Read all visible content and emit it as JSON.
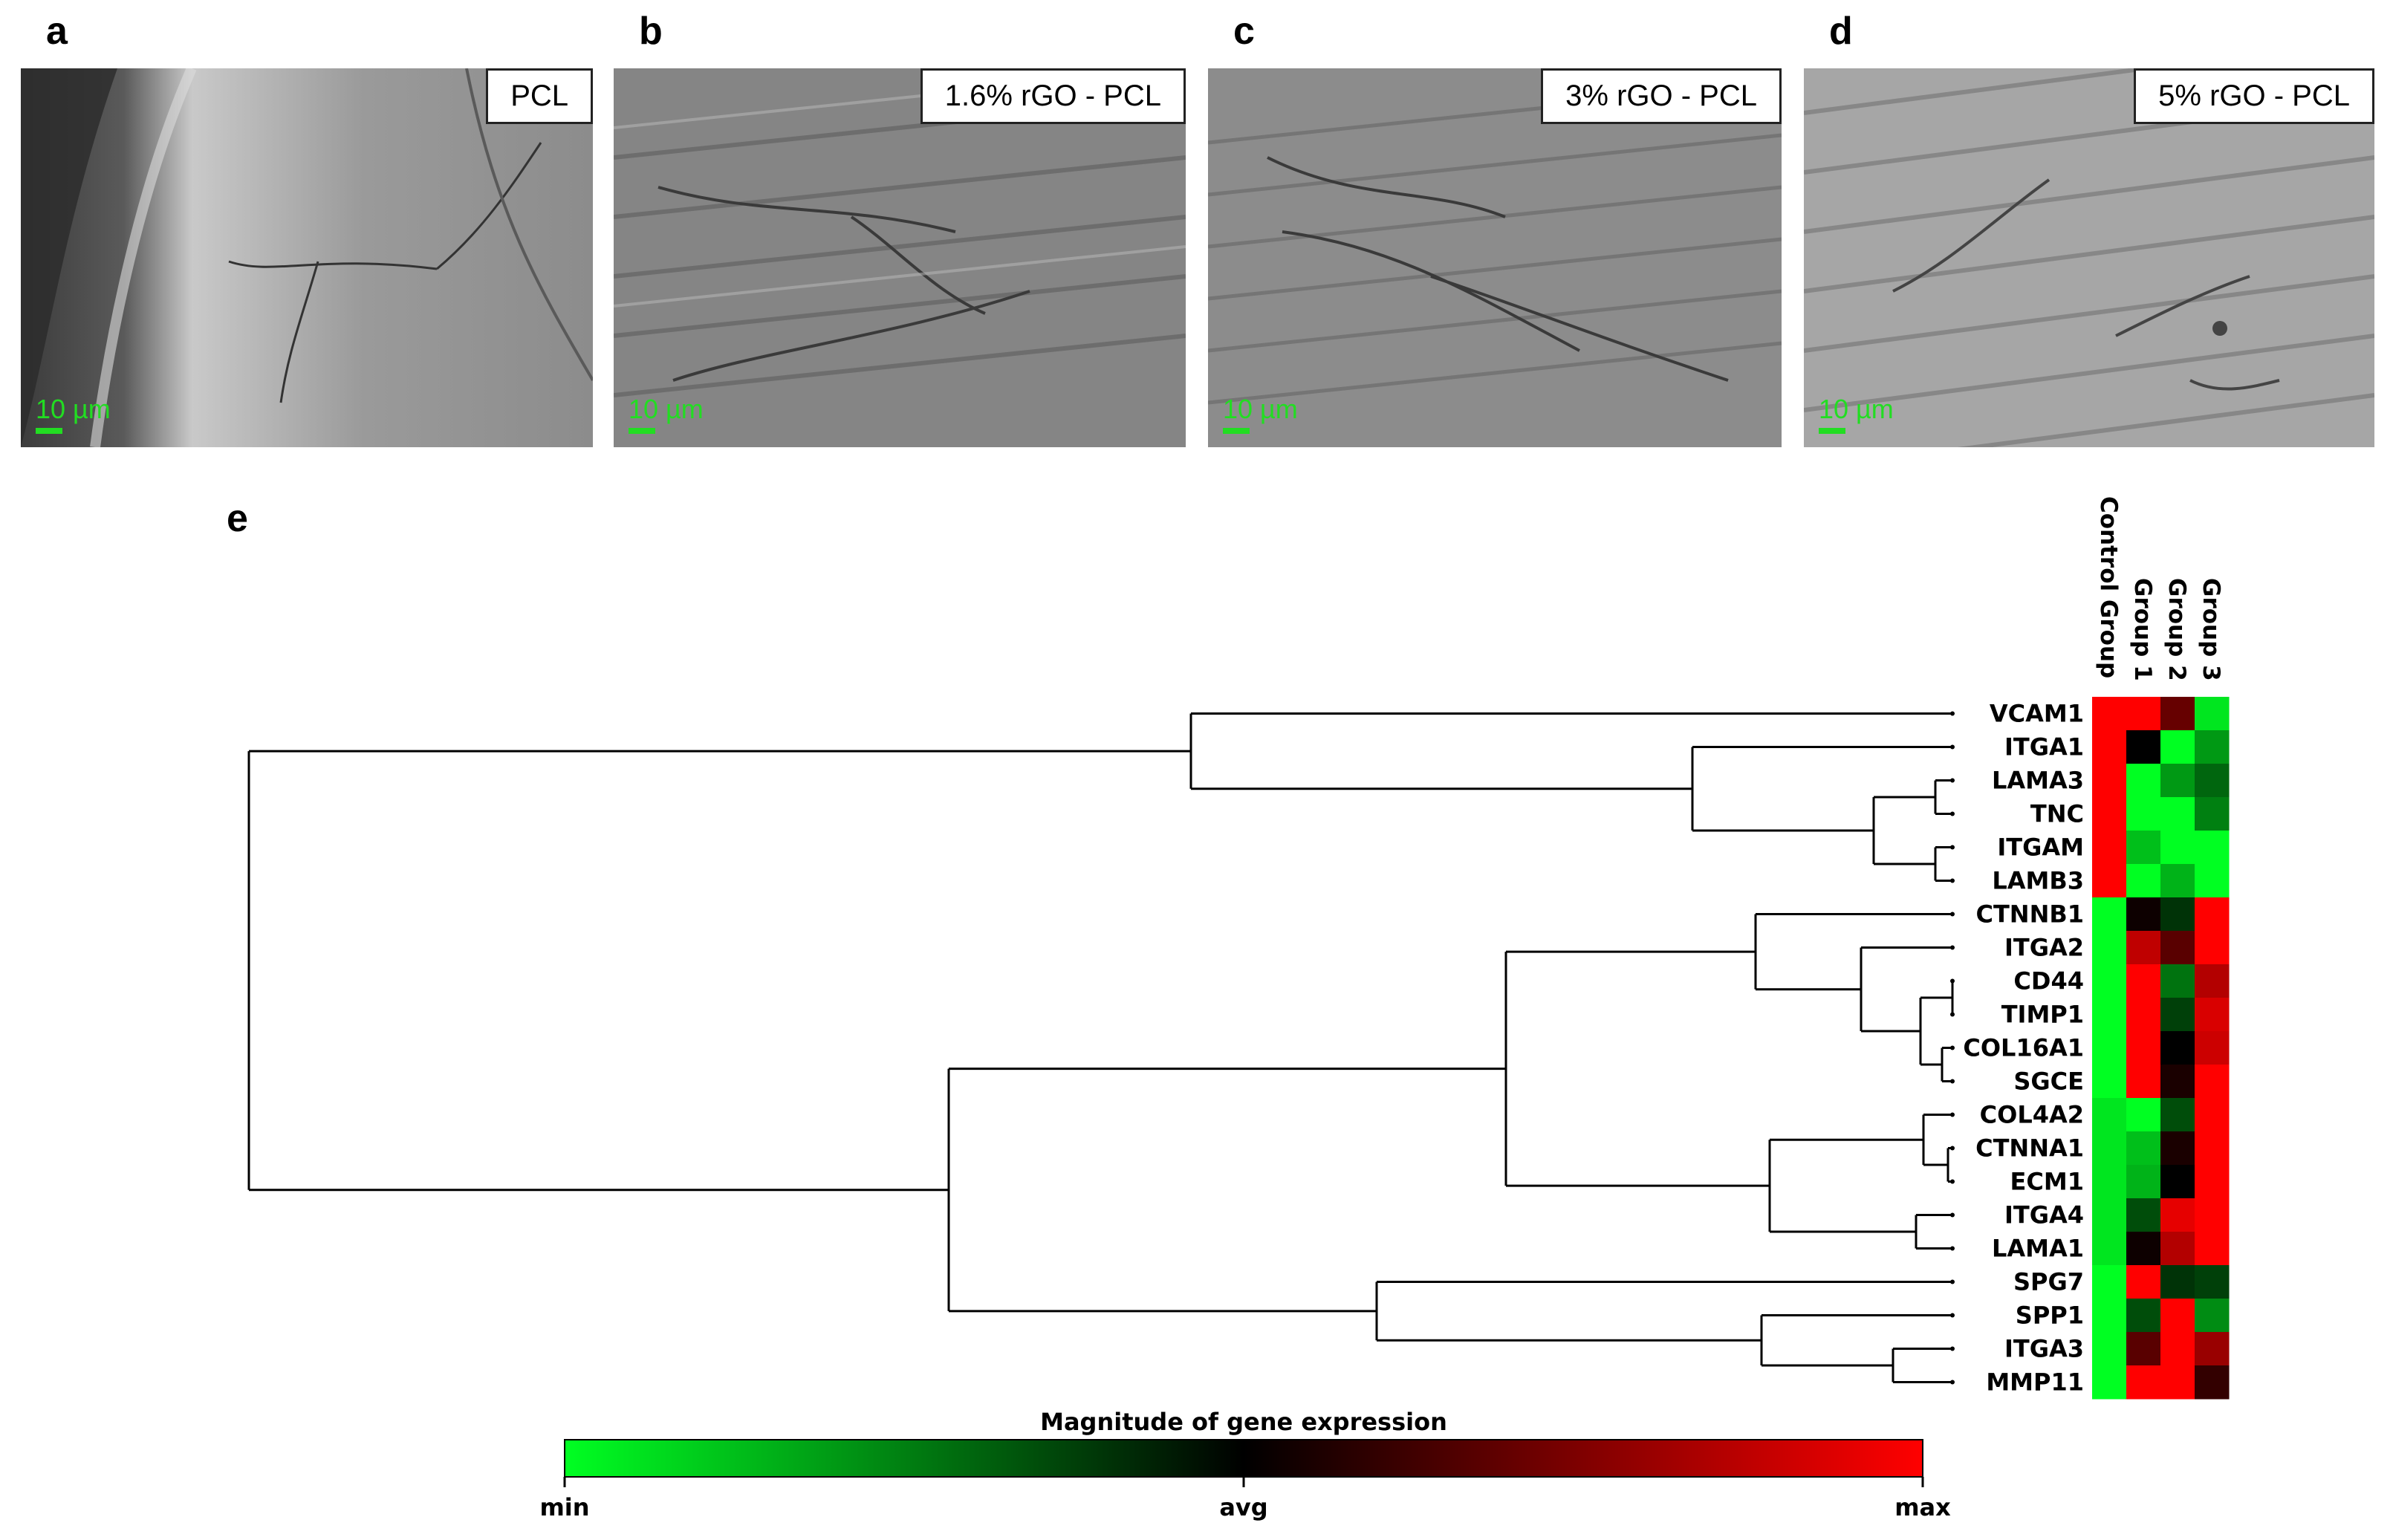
{
  "panels": [
    {
      "letter": "a",
      "label": "PCL",
      "scale": "10 µm"
    },
    {
      "letter": "b",
      "label": "1.6% rGO - PCL",
      "scale": "10 µm"
    },
    {
      "letter": "c",
      "label": "3% rGO - PCL",
      "scale": "10 µm"
    },
    {
      "letter": "d",
      "label": "5% rGO - PCL",
      "scale": "10 µm"
    }
  ],
  "heatmap_panel_letter": "e",
  "chart_data": {
    "type": "heatmap",
    "columns": [
      "Control Group",
      "Group 1",
      "Group 2",
      "Group 3"
    ],
    "rows": [
      "VCAM1",
      "ITGA1",
      "LAMA3",
      "TNC",
      "ITGAM",
      "LAMB3",
      "CTNNB1",
      "ITGA2",
      "CD44",
      "TIMP1",
      "COL16A1",
      "SGCE",
      "COL4A2",
      "CTNNA1",
      "ECM1",
      "ITGA4",
      "LAMA1",
      "SPG7",
      "SPP1",
      "ITGA3",
      "MMP11"
    ],
    "values": [
      [
        1.0,
        1.0,
        0.4,
        -0.9
      ],
      [
        1.0,
        0.0,
        -1.0,
        -0.6
      ],
      [
        1.0,
        -1.0,
        -0.6,
        -0.4
      ],
      [
        1.0,
        -1.0,
        -1.0,
        -0.5
      ],
      [
        1.0,
        -0.75,
        -1.0,
        -1.0
      ],
      [
        1.0,
        -1.0,
        -0.7,
        -1.0
      ],
      [
        -1.0,
        0.05,
        -0.2,
        1.0
      ],
      [
        -1.0,
        0.75,
        0.35,
        1.0
      ],
      [
        -1.0,
        1.0,
        -0.45,
        0.7
      ],
      [
        -1.0,
        1.0,
        -0.25,
        0.85
      ],
      [
        -1.0,
        1.0,
        0.0,
        0.8
      ],
      [
        -1.0,
        1.0,
        0.1,
        1.0
      ],
      [
        -0.9,
        -1.0,
        -0.3,
        1.0
      ],
      [
        -0.9,
        -0.75,
        0.1,
        1.0
      ],
      [
        -0.9,
        -0.7,
        0.0,
        1.0
      ],
      [
        -0.9,
        -0.3,
        0.9,
        1.0
      ],
      [
        -0.9,
        0.05,
        0.7,
        1.0
      ],
      [
        -1.0,
        1.0,
        -0.2,
        -0.25
      ],
      [
        -1.0,
        -0.3,
        1.0,
        -0.55
      ],
      [
        -1.0,
        0.35,
        1.0,
        0.6
      ],
      [
        -1.0,
        1.0,
        1.0,
        0.2
      ]
    ],
    "colorbar": {
      "title": "Magnitude of gene expression",
      "min_label": "min",
      "mid_label": "avg",
      "max_label": "max",
      "low_color": "#00ff22",
      "mid_color": "#000000",
      "high_color": "#ff0000"
    },
    "value_range": [
      -1,
      1
    ]
  }
}
